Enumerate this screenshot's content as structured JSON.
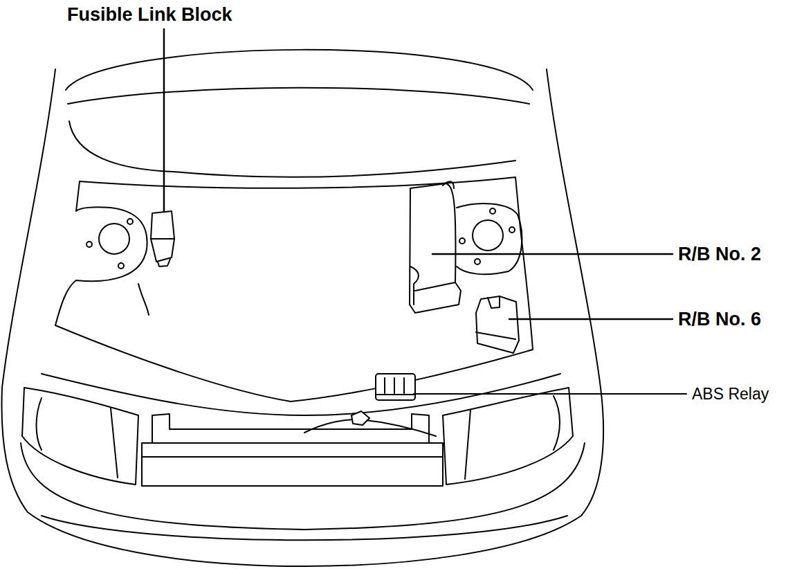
{
  "diagram": {
    "labels": [
      "Fusible Link Block",
      "R/B No. 2",
      "R/B No. 6",
      "ABS Relay"
    ]
  }
}
